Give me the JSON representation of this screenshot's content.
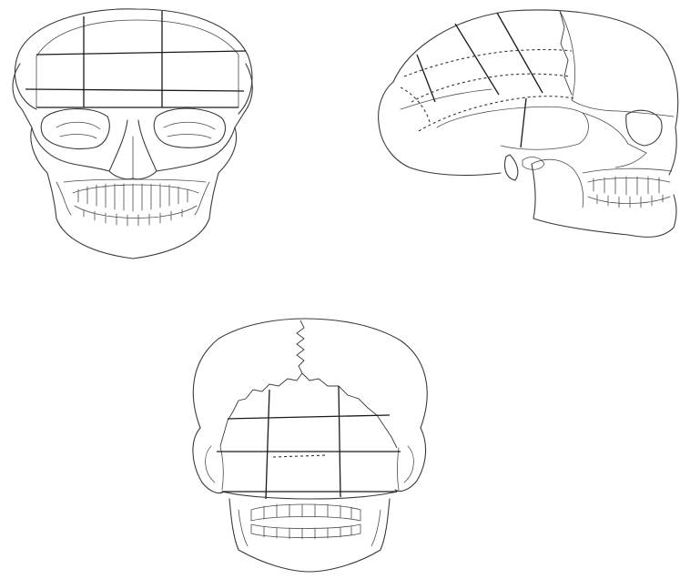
{
  "figure": {
    "views": [
      {
        "id": "anterior"
      },
      {
        "id": "lateral"
      },
      {
        "id": "posterior"
      }
    ]
  }
}
